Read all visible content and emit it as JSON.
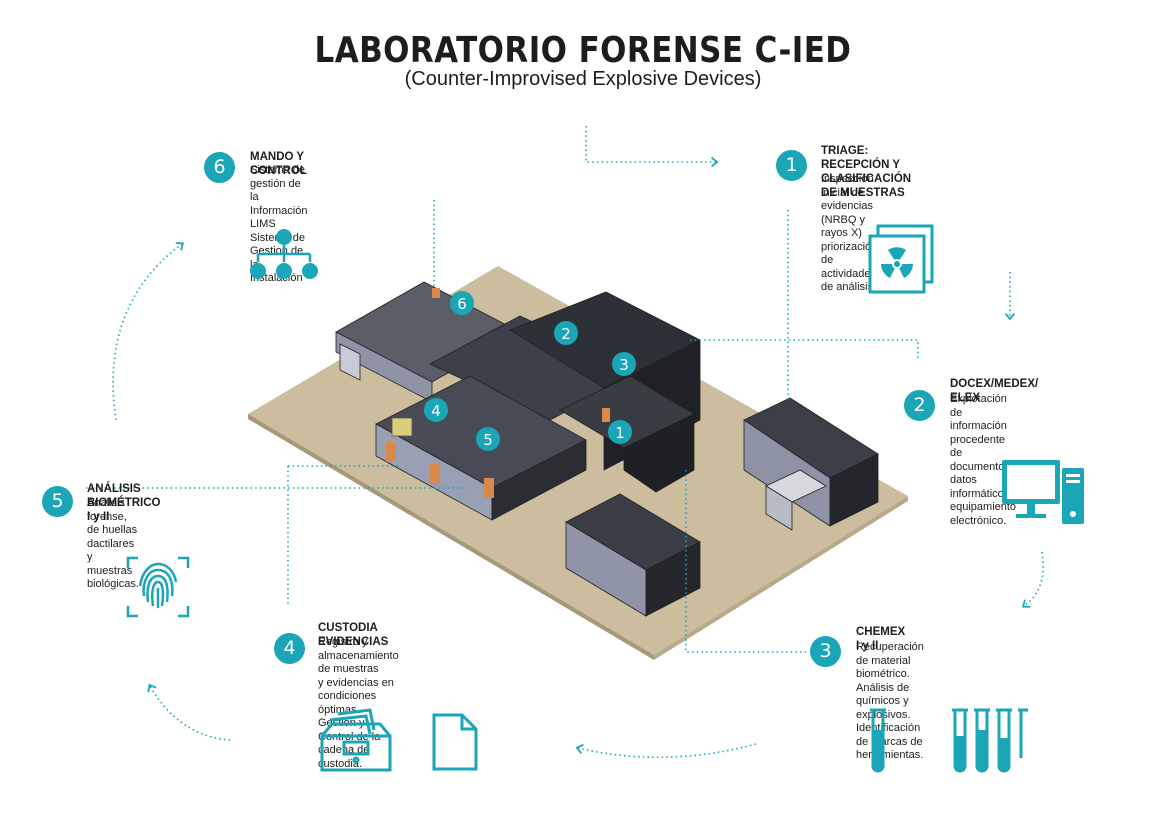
{
  "header": {
    "title": "LABORATORIO FORENSE C-IED",
    "subtitle": "(Counter-Improvised Explosive Devices)"
  },
  "colors": {
    "accent": "#1aa6b7",
    "text": "#1d1d1b",
    "floor": "#cbbd9e"
  },
  "steps": [
    {
      "number": "1",
      "head": "TRIAGE: RECEPCIÓN Y\nCLASIFICACIÓN DE MUESTRAS",
      "body": "Inspección inicial de evidencias (NRBQ y rayos X)\n priorización de actividades de análisis.",
      "icon": "radiation-documents-icon"
    },
    {
      "number": "2",
      "head": "DOCEX/MEDEX/ ELEX",
      "body": "Explotación de información procedente\nde documentos, datos informático y\nequipamiento electrónico.",
      "icon": "computer-icon"
    },
    {
      "number": "3",
      "head": "CHEMEX I y II",
      "body": "Recuperación de material biométrico.\nAnálisis de químicos y explosivos.\nIdentificación de marcas de herramientas.",
      "icon": "test-tubes-icon"
    },
    {
      "number": "4",
      "head": "CUSTODIA EVIDENCIAS",
      "body": "Registro y almacenamiento de muestras\ny evidencias en condiciones óptimas.\nGestión y Control de la cadena de custodia.",
      "icon": "file-cabinet-icon"
    },
    {
      "number": "5",
      "head": "ANÁLISIS BIOMÉTRICO I y II",
      "body": "Análisis forense, de huellas dactilares\ny muestras biológicas.",
      "icon": "fingerprint-icon"
    },
    {
      "number": "6",
      "head": "MANDO Y CONTROL",
      "body": "Sistema de gestión de la Información LIMS\nSistema de Gestion de la Instalación",
      "icon": "network-hierarchy-icon"
    }
  ],
  "map_markers": [
    "6",
    "2",
    "3",
    "4",
    "5",
    "1"
  ]
}
